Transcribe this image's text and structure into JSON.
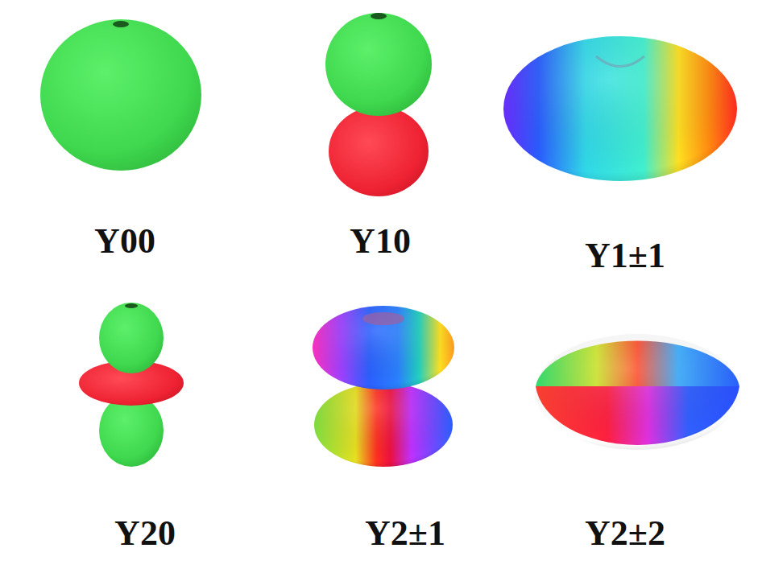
{
  "diagram": {
    "labels": [
      "Y00",
      "Y10",
      "Y1±1",
      "Y20",
      "Y2±1",
      "Y2±2"
    ]
  }
}
